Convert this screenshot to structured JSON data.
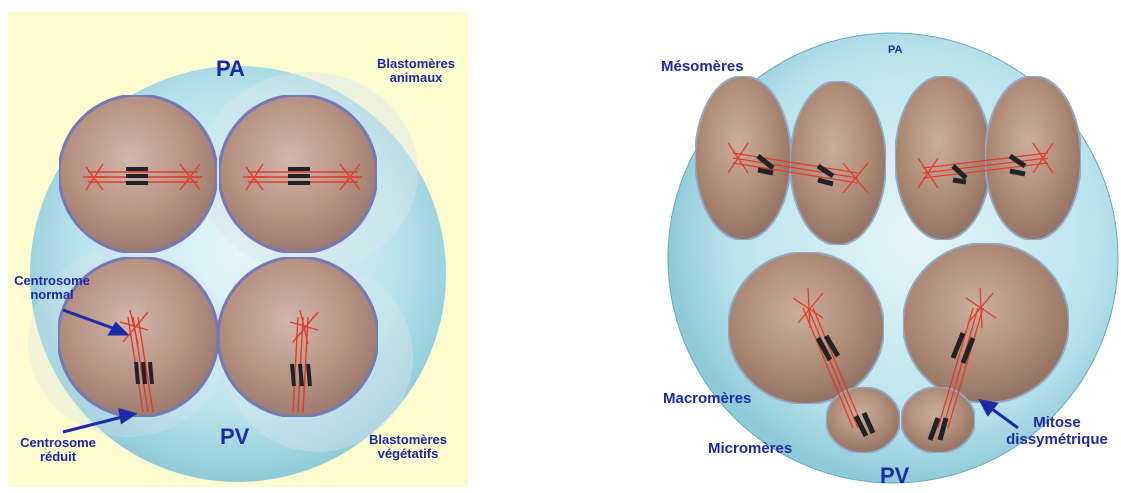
{
  "left_panel": {
    "pole_top": "PA",
    "pole_bottom": "PV",
    "label_animal_line1": "Blastomères",
    "label_animal_line2": "animaux",
    "label_vegetal_line1": "Blastomères",
    "label_vegetal_line2": "végétatifs",
    "label_normal_line1": "Centrosome",
    "label_normal_line2": "normal",
    "label_reduced_line1": "Centrosome",
    "label_reduced_line2": "réduit"
  },
  "right_panel": {
    "pole_top": "PA",
    "pole_bottom": "PV",
    "label_mesomeres": "Mésomères",
    "label_macromeres": "Macromères",
    "label_micromeres": "Micromères",
    "label_mitosis_line1": "Mitose",
    "label_mitosis_line2": "dissymétrique"
  },
  "colors": {
    "label": "#1d2aa8",
    "background_left": "#fdfbd0",
    "embryo_fill": "#bfe6ee",
    "cell_outline": "#3a78c8",
    "spindle": "#e23a2a",
    "chromosome": "#1e2328"
  }
}
